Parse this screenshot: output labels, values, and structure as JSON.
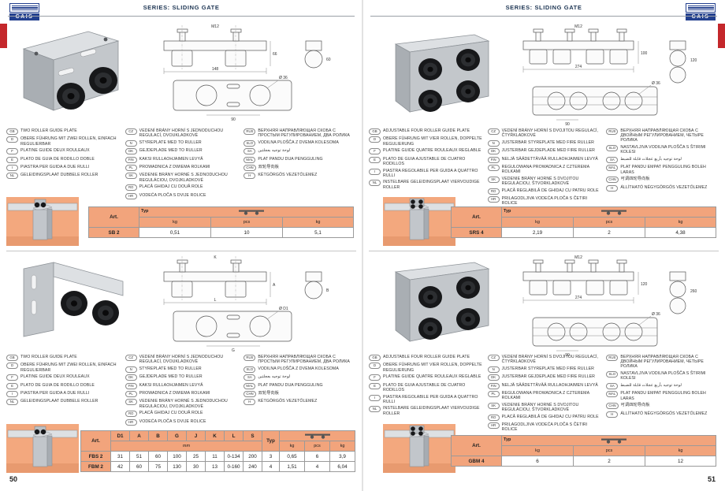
{
  "brand": "CAIS",
  "series_header": "SERIES: SLIDING GATE",
  "left_page": {
    "page_number": "50",
    "descriptions": {
      "col1": [
        {
          "code": "GB",
          "text": "TWO ROLLER GUIDE PLATE"
        },
        {
          "code": "D",
          "text": "OBERE FÜHRUNG MIT ZWEI ROLLEN, EINFACH REGULIERBAR"
        },
        {
          "code": "F",
          "text": "PLATINE GUIDE DEUX ROULEAUX"
        },
        {
          "code": "E",
          "text": "PLATO DE GUIA DE RODILLO DOBLE"
        },
        {
          "code": "I",
          "text": "PIASTRA PER GUIDA A DUE RULLI"
        },
        {
          "code": "NL",
          "text": "GELEIDINGSPLAAT DUBBELE ROLLER"
        }
      ],
      "col2": [
        {
          "code": "CZ",
          "text": "VEDENÍ BRÁNY HORNÍ S JEDNODUCHOU REGULACÍ, DVOUKLADKOVÉ"
        },
        {
          "code": "N",
          "text": "STYREPLATE MED TO RULLER"
        },
        {
          "code": "DK",
          "text": "GEJDEPLADE MED TO RULLER"
        },
        {
          "code": "FIN",
          "text": "KAKSI RULLAOHJAIMEN LEVYÄ"
        },
        {
          "code": "PL",
          "text": "PROWADNICA Z DWIEMA ROLKAMI"
        },
        {
          "code": "SK",
          "text": "VEDENIE BRÁNY HORNÉ S JEDNODUCHOU REGULÁCIOU, DVOJKLADKOVÉ"
        },
        {
          "code": "RO",
          "text": "PLACĂ GHIDAJ CU DOUĂ ROLE"
        },
        {
          "code": "HR",
          "text": "VODEĆA PLOČA S DVIJE ROLICE"
        }
      ],
      "col3": [
        {
          "code": "RUS",
          "text": "ВЕРХНЯЯ НАПРАВЛЯЮЩАЯ СКОБА С ПРОСТЫМ РЕГУЛИРОВАНИЕМ, ДВА РОЛИКА"
        },
        {
          "code": "SLO",
          "text": "VODILNA PLOŠČA Z DVEMA KOLESOMA"
        },
        {
          "code": "SA",
          "text": "لوحة توجيه بعجلتين"
        },
        {
          "code": "MAL",
          "text": "PLAT PANDU DUA PENGGULING"
        },
        {
          "code": "CHN",
          "text": "双轮导向板"
        },
        {
          "code": "H",
          "text": "KÉTGÖRGŐS VEZETŐLEMEZ"
        }
      ]
    },
    "section1": {
      "dims": {
        "front_width": "148",
        "front_height": "66",
        "bolt": "M12",
        "side": "60",
        "roller_dia": "Ø 36",
        "centers": "90"
      },
      "table": {
        "art_header": "Art.",
        "typ_header": "Typ",
        "units": [
          "kg",
          "pcs",
          "kg"
        ],
        "row": {
          "art": "SB 2",
          "values": [
            "0,51",
            "10",
            "5,1"
          ]
        }
      }
    },
    "section2": {
      "dims": {
        "front_width": "L",
        "front_height": "A",
        "bolt": "K",
        "side": "B",
        "roller_dia": "Ø D1",
        "centers": "G"
      },
      "table": {
        "art_header": "Art.",
        "dim_headers": [
          "D1",
          "A",
          "B",
          "G",
          "J",
          "K",
          "L",
          "S"
        ],
        "mm_label": "mm",
        "typ_header": "Typ",
        "units": [
          "kg",
          "pcs",
          "kg"
        ],
        "rows": [
          {
            "art": "FBS 2",
            "dims": [
              "31",
              "51",
              "60",
              "100",
              "25",
              "11",
              "0-134",
              "200"
            ],
            "typ": "3",
            "kg": "0,65",
            "pcs": "6",
            "total": "3,9"
          },
          {
            "art": "FBM 2",
            "dims": [
              "42",
              "60",
              "75",
              "130",
              "30",
              "13",
              "0-160",
              "240"
            ],
            "typ": "4",
            "kg": "1,51",
            "pcs": "4",
            "total": "6,04"
          }
        ]
      }
    }
  },
  "right_page": {
    "page_number": "51",
    "descriptions": {
      "col1": [
        {
          "code": "GB",
          "text": "ADJUSTABLE FOUR ROLLER GUIDE PLATE"
        },
        {
          "code": "D",
          "text": "OBERE FÜHRUNG MIT VIER ROLLEN, DOPPELTE REGULIERUNG"
        },
        {
          "code": "F",
          "text": "PLATINE GUIDE QUATRE ROULEAUX REGLABLE"
        },
        {
          "code": "E",
          "text": "PLATO DE GUIA AJUSTABLE DE CUATRO RODILLOS"
        },
        {
          "code": "I",
          "text": "PIASTRA REGOLABILE PER GUIDA A QUATTRO RULLI"
        },
        {
          "code": "NL",
          "text": "INSTELBARE GELEIDINGSPLAAT VIERVOUDIGE ROLLER"
        }
      ],
      "col2": [
        {
          "code": "CZ",
          "text": "VEDENÍ BRÁNY HORNÍ S DVOJITOU REGULACÍ, ČTYŘKLADKOVÉ"
        },
        {
          "code": "N",
          "text": "JUSTERBAR STYREPLATE MED FIRE RULLER"
        },
        {
          "code": "DK",
          "text": "JUSTERBAR GEJDEPLADE MED FIRE RULLER"
        },
        {
          "code": "FIN",
          "text": "NELJÄ SÄÄDETTÄVÄÄ RULLAOHJAIMEN LEVYÄ"
        },
        {
          "code": "PL",
          "text": "REGULOWANA PROWADNICA Z CZTEREMA ROLKAMI"
        },
        {
          "code": "SK",
          "text": "VEDENIE BRÁNY HORNÉ S DVOJITOU REGULÁCIOU, ŠTVORKLADKOVÉ"
        },
        {
          "code": "RO",
          "text": "PLACĂ REGLABILĂ DE GHIDAJ CU PATRU ROLE"
        },
        {
          "code": "HR",
          "text": "PRILAGODLJIVA VODEĆA PLOČA S ČETIRI ROLICE"
        }
      ],
      "col3": [
        {
          "code": "RUS",
          "text": "ВЕРХНЯЯ НАПРАВЛЯЮЩАЯ СКОБА С ДВОЙНЫМ РЕГУЛИРОВАНИЕМ, ЧЕТЫРЕ РОЛИКА"
        },
        {
          "code": "SLO",
          "text": "NASTAVLJIVA VODILNA PLOŠČA S ŠTIRIMI KOLESI"
        },
        {
          "code": "SA",
          "text": "لوحة توجيه بأربع عجلات قابلة للضبط"
        },
        {
          "code": "MAL",
          "text": "PLAT PANDU EMPAT PENGGULING BOLEH LARAS"
        },
        {
          "code": "CHN",
          "text": "可调四轮导向板"
        },
        {
          "code": "H",
          "text": "ÁLLÍTHATÓ NÉGYGÖRGŐS VEZETŐLEMEZ"
        }
      ]
    },
    "section1": {
      "dims": {
        "front_width": "274",
        "front_height": "100",
        "bolt": "M12",
        "side": "120",
        "roller_dia": "Ø 36",
        "centers": "90"
      },
      "table": {
        "art_header": "Art.",
        "typ_header": "Typ",
        "units": [
          "kg",
          "pcs",
          "kg"
        ],
        "row": {
          "art": "SRS 4",
          "values": [
            "2,19",
            "2",
            "4,38"
          ]
        }
      }
    },
    "section2": {
      "dims": {
        "front_width": "274",
        "front_height": "120",
        "bolt": "M12",
        "side": "260",
        "roller_dia": "Ø 36",
        "centers": "90"
      },
      "table": {
        "art_header": "Art.",
        "typ_header": "Typ",
        "units": [
          "kg",
          "pcs",
          "kg"
        ],
        "row": {
          "art": "GBM 4",
          "values": [
            "6",
            "2",
            "12"
          ]
        }
      }
    }
  }
}
